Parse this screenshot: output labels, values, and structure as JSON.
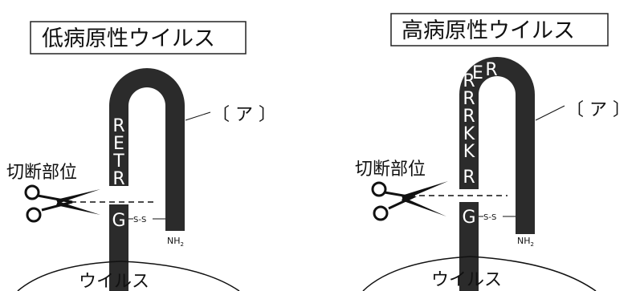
{
  "panels": [
    {
      "title": "低病原性ウイルス",
      "label_a": "〔 ア 〕",
      "cleavage_label": "切断部位",
      "upper_residues": [
        "R",
        "E",
        "T",
        "R"
      ],
      "lower_residue": "G",
      "disulfide": "S-S",
      "terminal": "NH",
      "terminal_sub": "2",
      "base_label": "ウイルス"
    },
    {
      "title": "高病原性ウイルス",
      "label_a": "〔 ア 〕",
      "cleavage_label": "切断部位",
      "top_residues": [
        "E",
        "R"
      ],
      "upper_residues": [
        "R",
        "R",
        "R",
        "K",
        "K",
        "R"
      ],
      "lower_residue": "G",
      "disulfide": "S-S",
      "terminal": "NH",
      "terminal_sub": "2",
      "base_label": "ウイルス"
    }
  ]
}
